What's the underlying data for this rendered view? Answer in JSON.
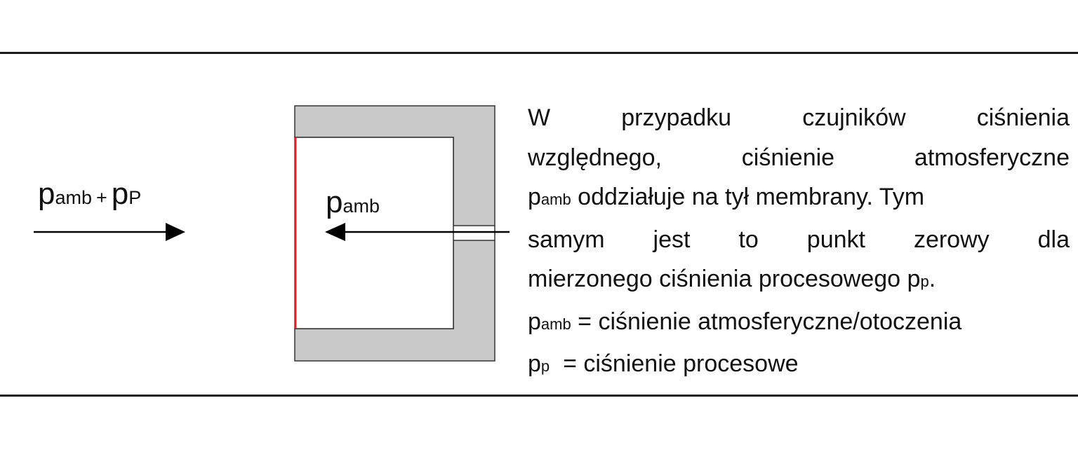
{
  "diagram": {
    "outer_label": {
      "base": "p",
      "sub": "amb",
      "plus": "+",
      "base2": "p",
      "sub2": "P"
    },
    "inner_label": {
      "base": "p",
      "sub": "amb"
    },
    "colors": {
      "housing": "#c8c8c8",
      "membrane": "#e0202a",
      "stroke": "#333333",
      "arrow": "#000000"
    }
  },
  "text": {
    "l1": "W przypadku czujników ciśnienia",
    "l2": "względnego, ciśnienie atmosferyczne",
    "l3_base": "p",
    "l3_sub": "amb",
    "l3_rest": " oddziałuje na tył membrany. Tym",
    "l4": "samym jest to punkt zerowy dla",
    "l5_main": "mierzonego ciśnienia procesowego p",
    "l5_sub": "p",
    "l5_end": ".",
    "l6_base": "p",
    "l6_sub": "amb",
    "l6_rest": " = ciśnienie atmosferyczne/otoczenia",
    "l7_base": "p",
    "l7_sub": "p",
    "l7_rest": "  = ciśnienie procesowe"
  }
}
